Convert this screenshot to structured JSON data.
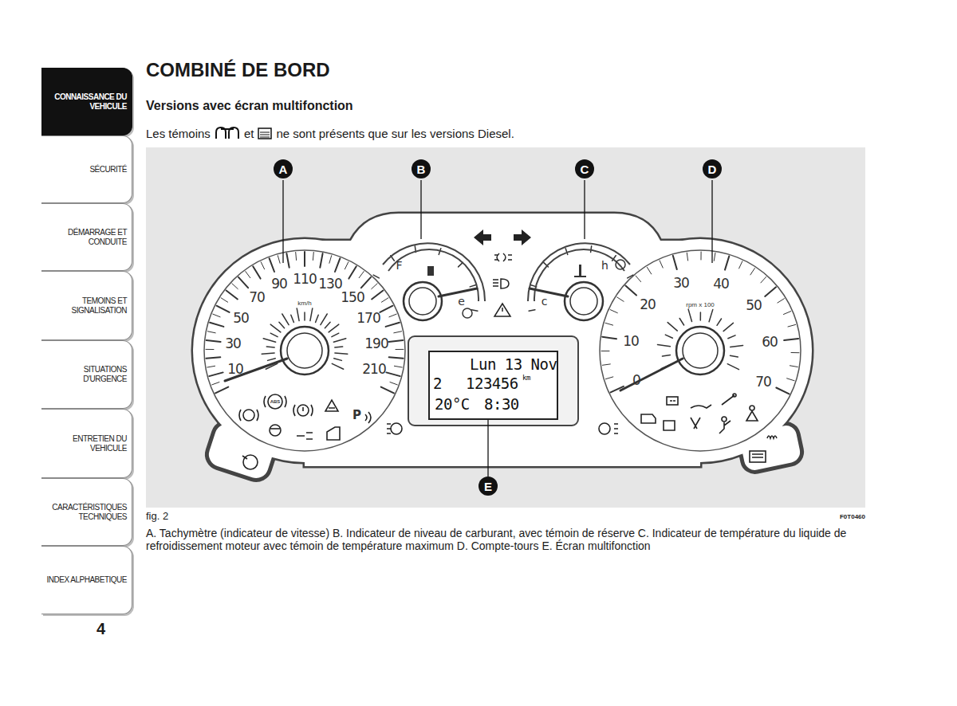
{
  "diagram": {
    "title": "COMBINÉ DE BORD",
    "caption": "A. Tachymètre (indicateur de vitesse) B. Indicateur de niveau de carburant, avec témoin de réserve C. Indicateur de température du liquide de refroidissement moteur avec témoin de température maximum D. Compte-tours E. Écran multifonction",
    "nodes": [
      {
        "text": [
          "CONNAISSANCE DU VEHICULE"
        ]
      },
      {
        "text": [
          "SÉCURITÉ"
        ]
      },
      {
        "text": [
          "DÉMARRAGE ET CONDUITE"
        ]
      },
      {
        "text": [
          "TEMOINS ET SIGNALISATION"
        ]
      },
      {
        "text": [
          "SITUATIONS D'URGENCE"
        ]
      },
      {
        "text": [
          "ENTRETIEN DU VEHICULE"
        ]
      },
      {
        "text": [
          "CARACTÉRISTIQUES TECHNIQUES"
        ]
      },
      {
        "text": [
          "INDEX ALPHABETIQUE"
        ]
      },
      {
        "text": [
          "A"
        ]
      },
      {
        "text": [
          "B"
        ]
      },
      {
        "text": [
          "C"
        ]
      },
      {
        "text": [
          "D"
        ]
      },
      {
        "text": [
          "Lun 13 Nov",
          "2",
          "123456",
          "km",
          "20°C",
          "8:30"
        ]
      },
      {
        "text": [
          "E"
        ]
      }
    ],
    "edges": [
      {
        "from": 13,
        "to": 12,
        "arrow": "none"
      }
    ],
    "labels": [
      "Versions avec écran multifonction",
      "Les témoins",
      "et",
      "ne sont présents que sur les versions Diesel.",
      "10",
      "30",
      "50",
      "70",
      "90",
      "110",
      "130",
      "150",
      "170",
      "190",
      "210",
      "km/h",
      "F",
      "e",
      "c",
      "h",
      "0",
      "10",
      "20",
      "30",
      "40",
      "50",
      "60",
      "70",
      "rpm x 100",
      "ABS",
      "P",
      "fig. 2",
      "F0T0460",
      "4"
    ]
  }
}
